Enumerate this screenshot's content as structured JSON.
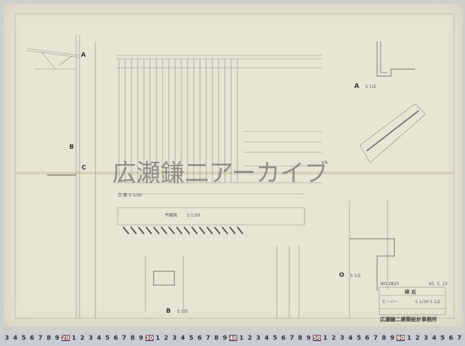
{
  "watermark": "広瀬鎌二アーカイブ",
  "section_labels": {
    "a": "A",
    "b": "B",
    "c": "C"
  },
  "detail_a": {
    "label": "A",
    "scale": "S 1/2"
  },
  "detail_b": {
    "label": "B",
    "scale": "S 1/5"
  },
  "detail_o": {
    "label": "O",
    "scale": "S 1/2"
  },
  "elevation": {
    "label": "立 面 S 1/30"
  },
  "plan": {
    "label": "平面図",
    "scale": "S 1/30"
  },
  "title_block": {
    "number": "NO 2825",
    "date": "61. 5. 13",
    "title": "縁 庇",
    "subtitle": "ヒーバー",
    "scales": "S 1/30  S 1/2",
    "office": "広瀬鎌二建築設計事務所"
  },
  "ruler": {
    "start": 13,
    "end": 67
  }
}
